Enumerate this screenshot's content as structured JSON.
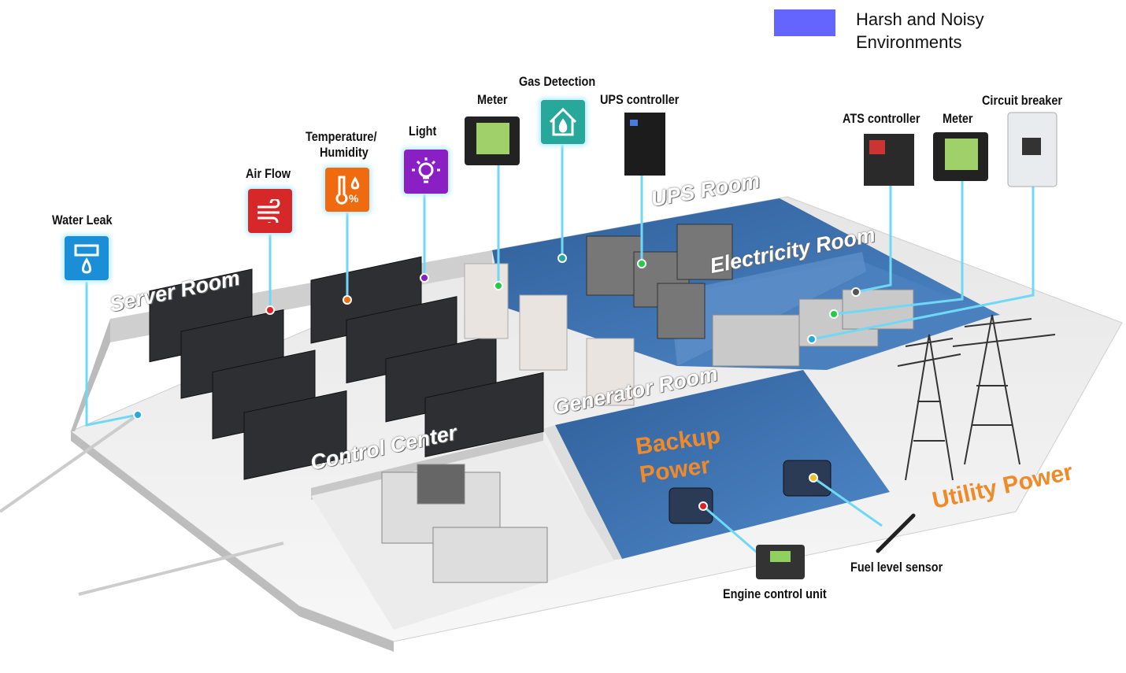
{
  "legend": {
    "label": "Harsh and Noisy Environments",
    "color": "#6464ff"
  },
  "sensors": {
    "water_leak": "Water Leak",
    "air_flow": "Air Flow",
    "temp_humidity_1": "Temperature/",
    "temp_humidity_2": "Humidity",
    "light": "Light",
    "meter_1": "Meter",
    "gas_detection": "Gas Detection",
    "ups_controller": "UPS controller",
    "ats_controller": "ATS controller",
    "meter_2": "Meter",
    "circuit_breaker": "Circuit breaker",
    "fuel_level_sensor": "Fuel level sensor",
    "engine_control_unit": "Engine control unit"
  },
  "rooms": {
    "server_room": "Server Room",
    "ups_room": "UPS Room",
    "electricity_room": "Electricity Room",
    "generator_room": "Generator Room",
    "control_center": "Control Center",
    "backup_power": "Backup Power",
    "utility_power": "Utility Power"
  },
  "colors": {
    "water": "#1a8fd8",
    "air": "#d62828",
    "temp": "#f06a10",
    "light": "#8a1fc4",
    "gas": "#27a89a",
    "room_blue": "#3f74b0"
  }
}
